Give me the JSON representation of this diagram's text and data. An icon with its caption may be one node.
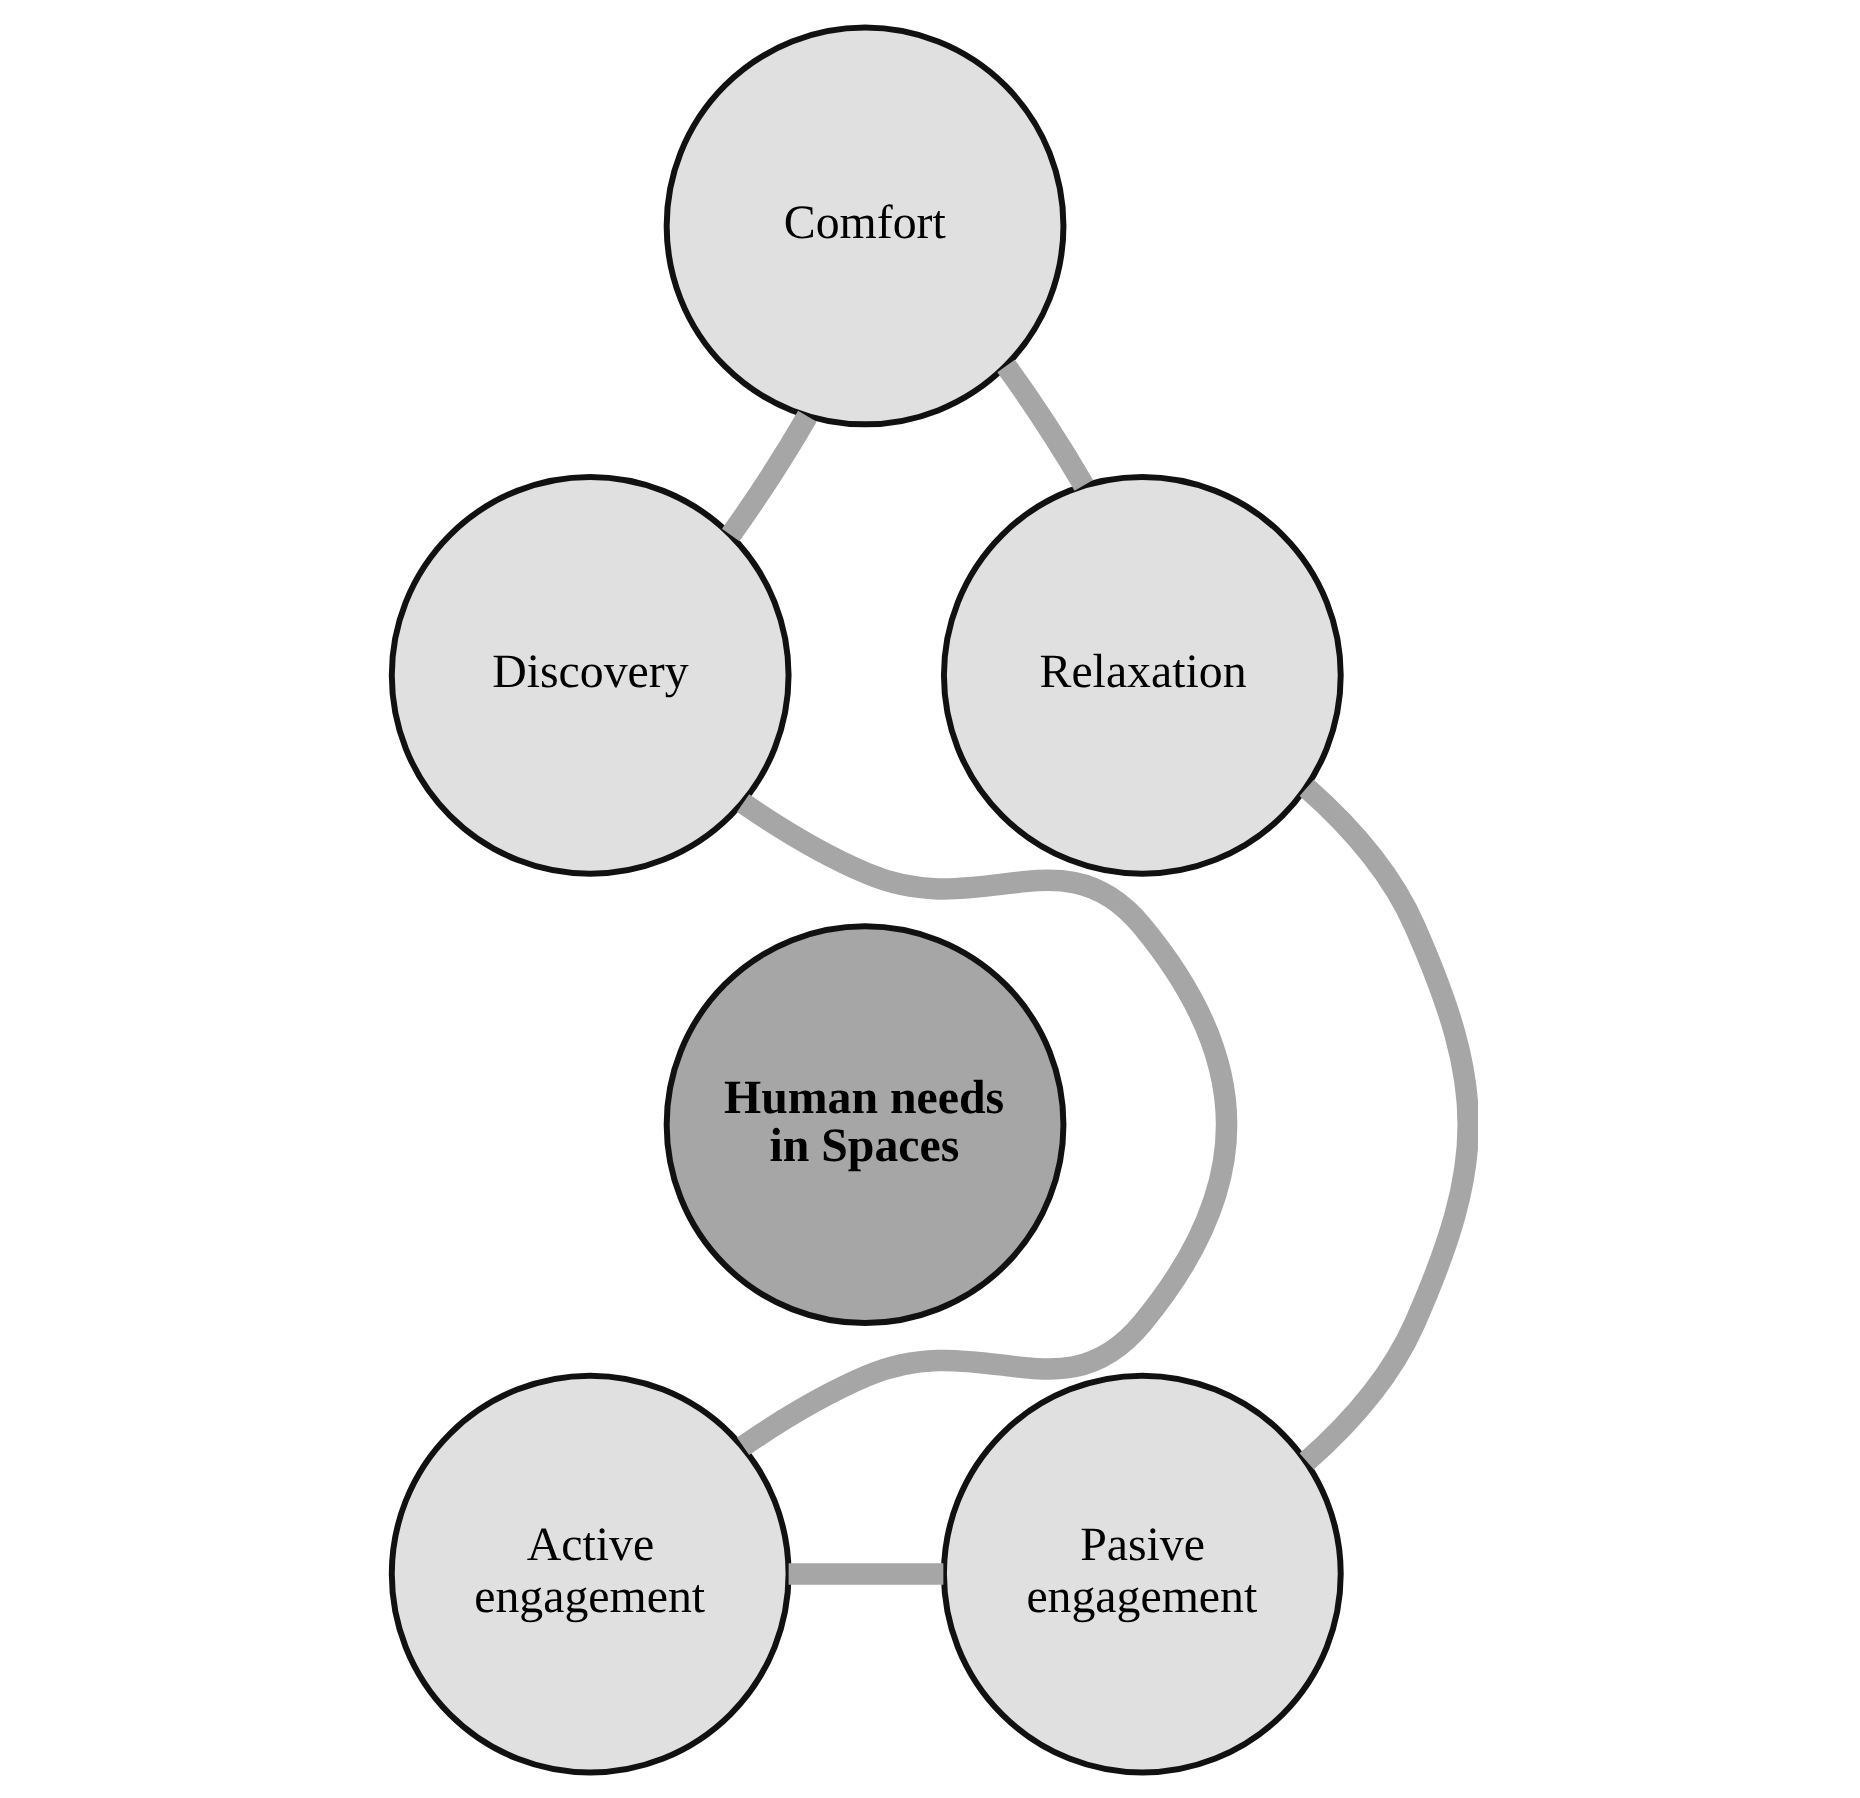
{
  "diagram": {
    "nodes": [
      {
        "text": [
          "Comfort"
        ]
      },
      {
        "text": [
          "Discovery"
        ]
      },
      {
        "text": [
          "Relaxation"
        ]
      },
      {
        "text": [
          "Human needs in Spaces"
        ]
      },
      {
        "text": [
          "Active engagement"
        ]
      },
      {
        "text": [
          "Pasive engagement"
        ]
      }
    ],
    "edges": [
      {
        "from": 0,
        "to": 2,
        "arrow": "none"
      },
      {
        "from": 2,
        "to": 5,
        "arrow": "none"
      },
      {
        "from": 5,
        "to": 4,
        "arrow": "none"
      },
      {
        "from": 4,
        "to": 1,
        "arrow": "none"
      },
      {
        "from": 1,
        "to": 0,
        "arrow": "none"
      }
    ]
  }
}
